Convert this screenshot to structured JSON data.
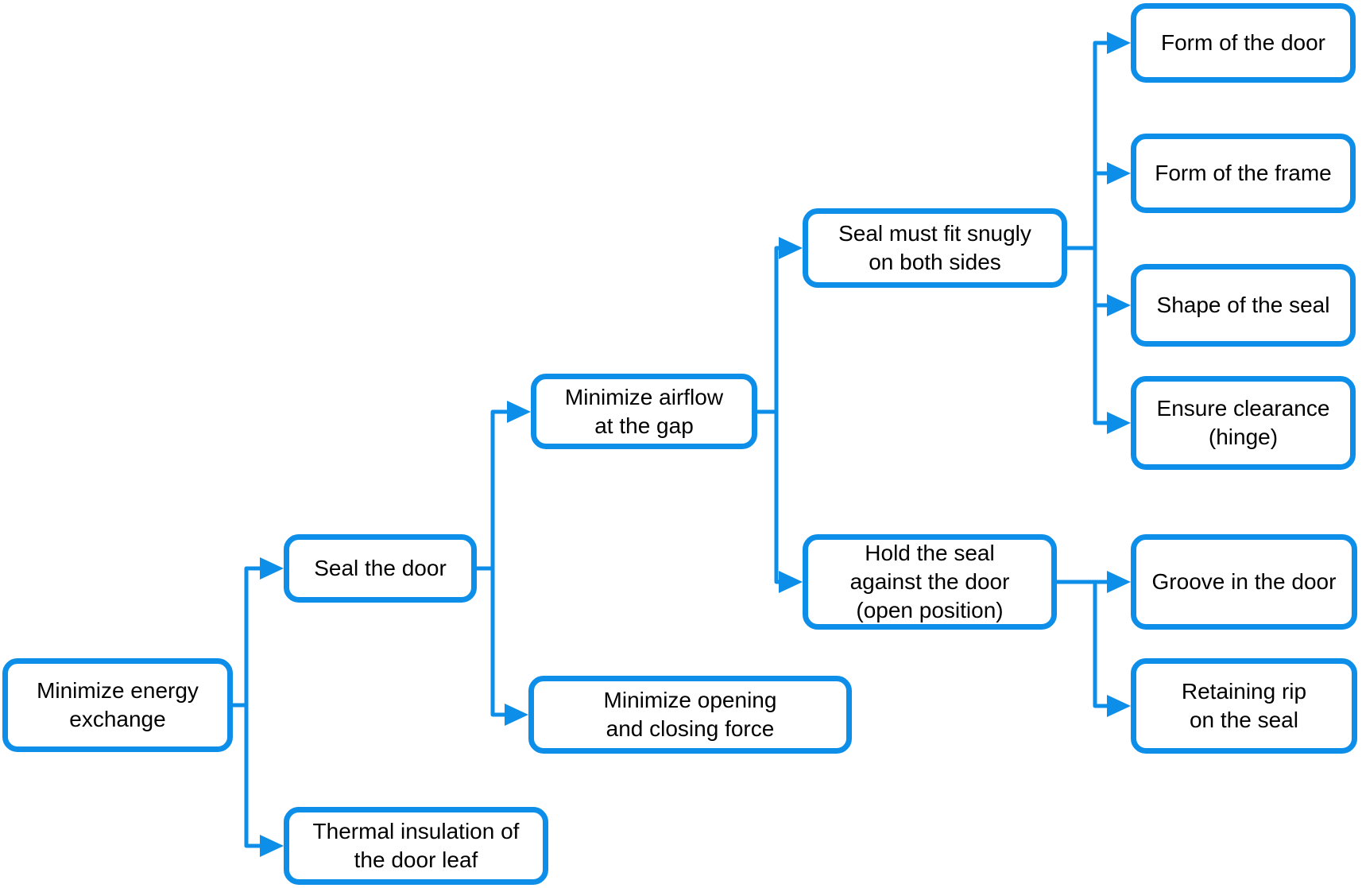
{
  "colors": {
    "accent": "#0D8EE9",
    "text": "#000000",
    "canvas": "#FFFFFF"
  },
  "nodes": {
    "minimize_energy_exchange": {
      "label": "Minimize energy exchange",
      "lines": [
        "Minimize energy",
        "exchange"
      ]
    },
    "seal_the_door": {
      "label": "Seal the door",
      "lines": [
        "Seal the door"
      ]
    },
    "thermal_insulation_door_leaf": {
      "label": "Thermal insulation of the door leaf",
      "lines": [
        "Thermal insulation of",
        "the door leaf"
      ]
    },
    "minimize_airflow_at_gap": {
      "label": "Minimize airflow at the gap",
      "lines": [
        "Minimize airflow",
        "at the gap"
      ]
    },
    "minimize_opening_closing_force": {
      "label": "Minimize opening and closing force",
      "lines": [
        "Minimize opening",
        "and closing force"
      ]
    },
    "seal_fit_snugly_both_sides": {
      "label": "Seal must fit snugly on both sides",
      "lines": [
        "Seal must fit snugly",
        "on both sides"
      ]
    },
    "hold_seal_against_door": {
      "label": "Hold the seal against the door (open position)",
      "lines": [
        "Hold the seal",
        "against the door",
        "(open position)"
      ]
    },
    "form_of_the_door": {
      "label": "Form of the door",
      "lines": [
        "Form of the door"
      ]
    },
    "form_of_the_frame": {
      "label": "Form of the frame",
      "lines": [
        "Form of the frame"
      ]
    },
    "shape_of_the_seal": {
      "label": "Shape of the seal",
      "lines": [
        "Shape of the seal"
      ]
    },
    "ensure_clearance_hinge": {
      "label": "Ensure clearance (hinge)",
      "lines": [
        "Ensure clearance",
        "(hinge)"
      ]
    },
    "groove_in_the_door": {
      "label": "Groove in the door",
      "lines": [
        "Groove in the door"
      ]
    },
    "retaining_rip_on_the_seal": {
      "label": "Retaining rip on the seal",
      "lines": [
        "Retaining rip",
        "on the seal"
      ]
    }
  },
  "edges": [
    {
      "from": "minimize_energy_exchange",
      "to": "seal_the_door"
    },
    {
      "from": "minimize_energy_exchange",
      "to": "thermal_insulation_door_leaf"
    },
    {
      "from": "seal_the_door",
      "to": "minimize_airflow_at_gap"
    },
    {
      "from": "seal_the_door",
      "to": "minimize_opening_closing_force"
    },
    {
      "from": "minimize_airflow_at_gap",
      "to": "seal_fit_snugly_both_sides"
    },
    {
      "from": "minimize_airflow_at_gap",
      "to": "hold_seal_against_door"
    },
    {
      "from": "seal_fit_snugly_both_sides",
      "to": "form_of_the_door"
    },
    {
      "from": "seal_fit_snugly_both_sides",
      "to": "form_of_the_frame"
    },
    {
      "from": "seal_fit_snugly_both_sides",
      "to": "shape_of_the_seal"
    },
    {
      "from": "seal_fit_snugly_both_sides",
      "to": "ensure_clearance_hinge"
    },
    {
      "from": "hold_seal_against_door",
      "to": "groove_in_the_door"
    },
    {
      "from": "hold_seal_against_door",
      "to": "retaining_rip_on_the_seal"
    }
  ]
}
